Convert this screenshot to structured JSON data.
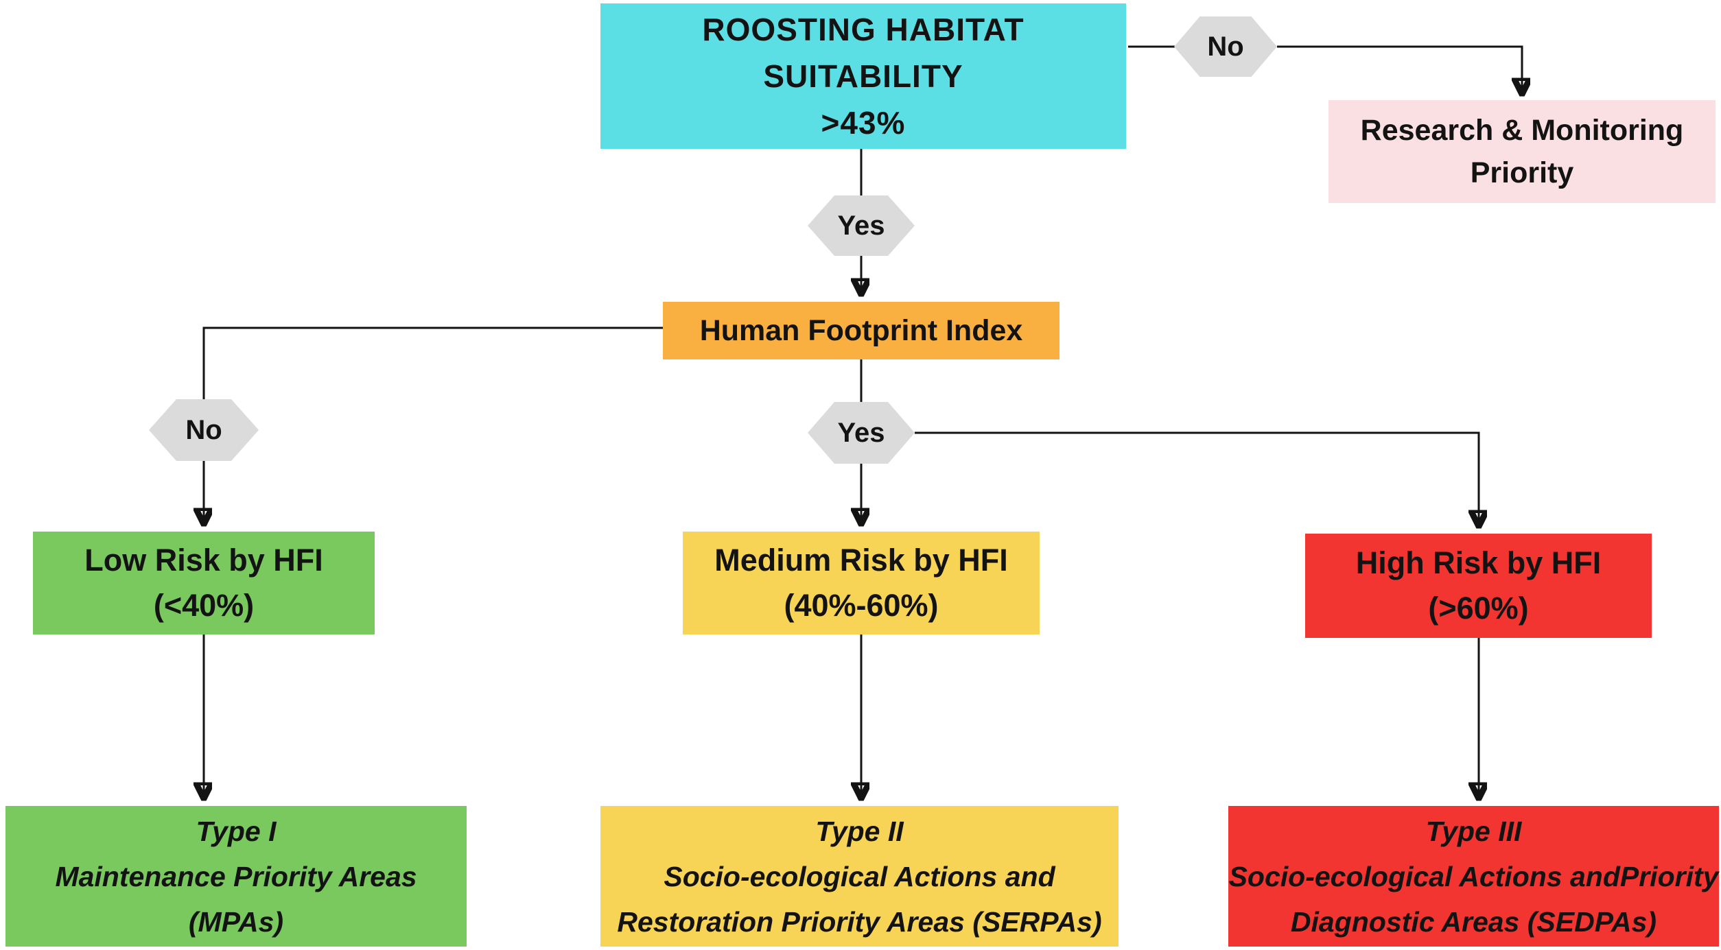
{
  "colors": {
    "cyan": "#5BDFE4",
    "pink": "#FAE0E2",
    "orange": "#F9B041",
    "green": "#79C95E",
    "yellow": "#F8D456",
    "red": "#F23530",
    "hexagon": "#DBDBDB",
    "line": "#131313",
    "ink": "#131313"
  },
  "nodes": {
    "roosting": {
      "lines": [
        "ROOSTING HABITAT",
        "SUITABILITY",
        ">43%"
      ]
    },
    "research": {
      "lines": [
        "Research & Monitoring",
        "Priority"
      ]
    },
    "hfi": {
      "label": "Human Footprint Index"
    },
    "low_risk": {
      "lines": [
        "Low Risk by HFI",
        "(<40%)"
      ]
    },
    "medium_risk": {
      "lines": [
        "Medium Risk by HFI",
        "(40%-60%)"
      ]
    },
    "high_risk": {
      "lines": [
        "High Risk by HFI",
        "(>60%)"
      ]
    },
    "type1": {
      "lines": [
        "Type I",
        "Maintenance Priority Areas",
        "(MPAs)"
      ]
    },
    "type2": {
      "lines": [
        "Type II",
        "Socio-ecological Actions and",
        "Restoration Priority Areas (SERPAs)"
      ]
    },
    "type3": {
      "lines": [
        "Type III",
        "Socio-ecological Actions andPriority",
        "Diagnostic Areas (SEDPAs)"
      ]
    }
  },
  "decisions": {
    "no_top": "No",
    "yes_top": "Yes",
    "no_left": "No",
    "yes_mid": "Yes"
  }
}
